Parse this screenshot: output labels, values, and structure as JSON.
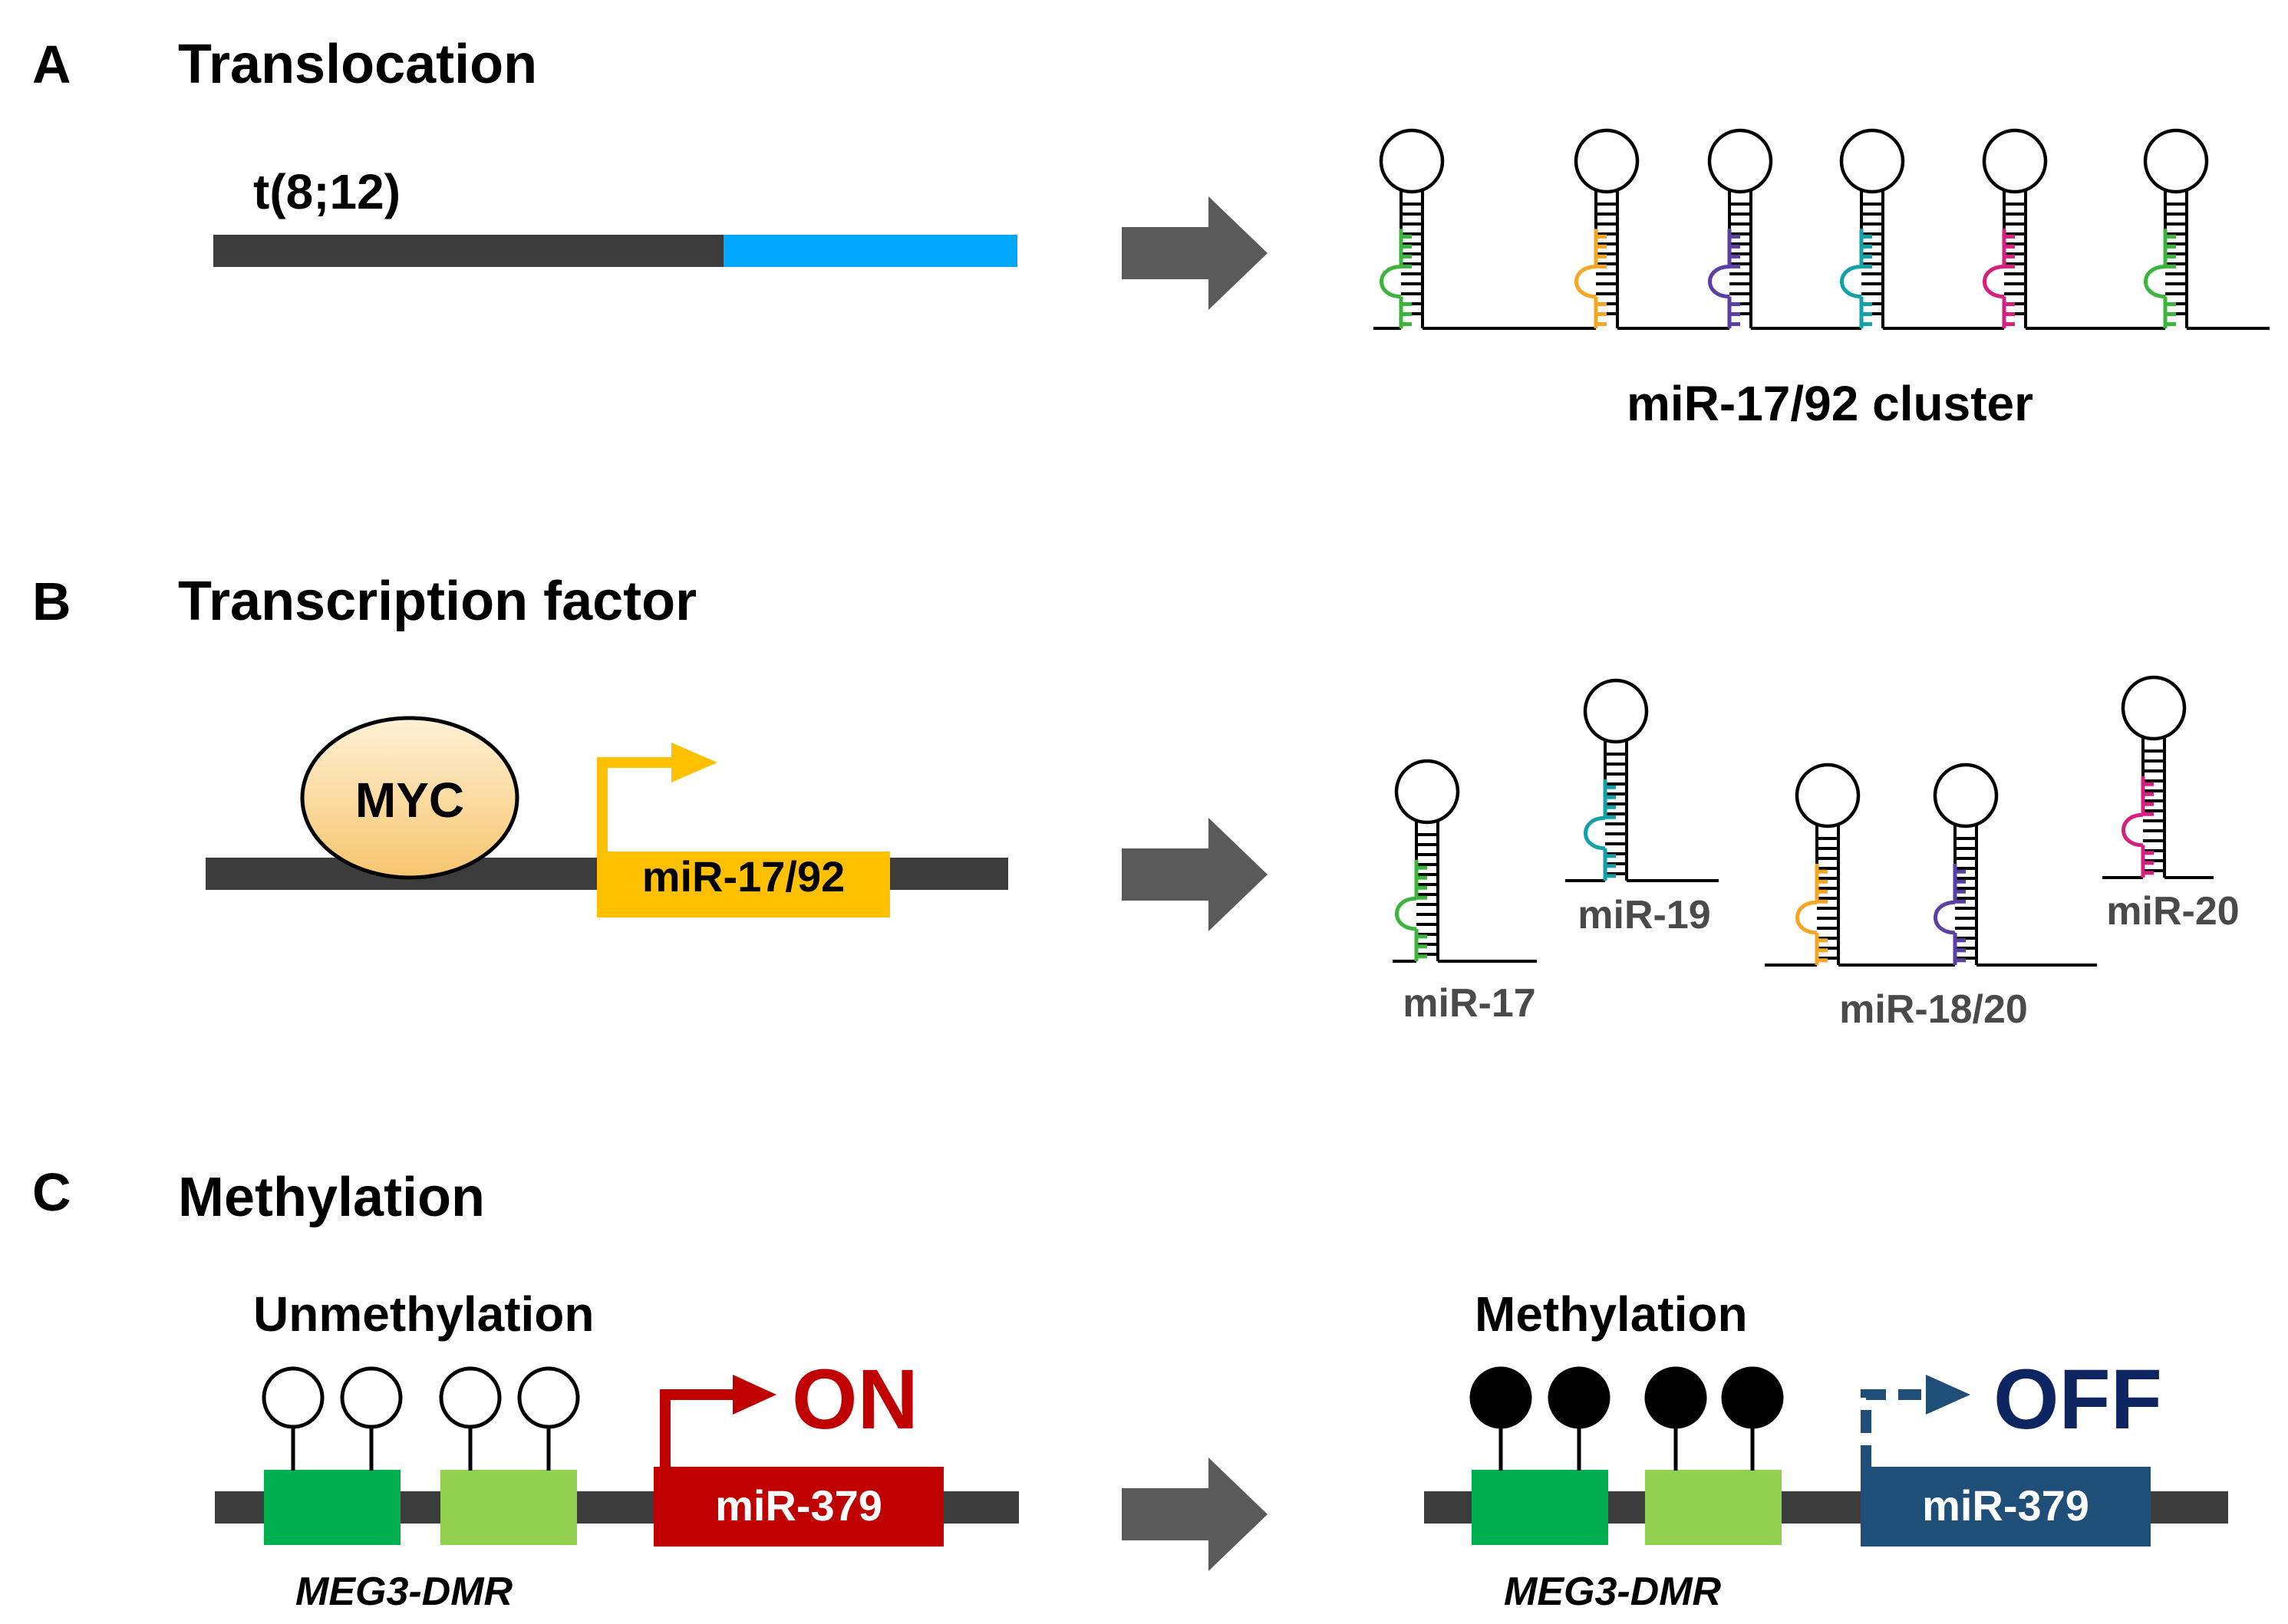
{
  "panels": {
    "a": {
      "letter": "A",
      "title": "Translocation",
      "translocation_label": "t(8;12)",
      "cluster_label": "miR-17/92 cluster"
    },
    "b": {
      "letter": "B",
      "title": "Transcription factor",
      "factor_label": "MYC",
      "gene_label": "miR-17/92",
      "mir_labels": [
        "miR-17",
        "miR-19",
        "miR-18/20",
        "miR-20"
      ]
    },
    "c": {
      "letter": "C",
      "title": "Methylation",
      "left": {
        "state_label": "Unmethylation",
        "dmr_label": "MEG3-DMR",
        "gene_label": "miR-379",
        "status": "ON"
      },
      "right": {
        "state_label": "Methylation",
        "dmr_label": "MEG3-DMR",
        "gene_label": "miR-379",
        "status": "OFF"
      }
    }
  },
  "colors": {
    "dna": "#3c3c3c",
    "chr12": "#00a8ff",
    "arrow": "#5a5a5a",
    "myc_fill": "#fbd38f",
    "gene_b": "#ffc000",
    "gene_on": "#c00000",
    "gene_off": "#1f4e79",
    "off_text": "#0d2560",
    "dmr_dark": "#00b050",
    "dmr_light": "#92d050",
    "mir_green": "#3cb53c",
    "mir_orange": "#f5a623",
    "mir_purple": "#5b3fa5",
    "mir_teal": "#12a1a8",
    "mir_magenta": "#d6207e"
  }
}
